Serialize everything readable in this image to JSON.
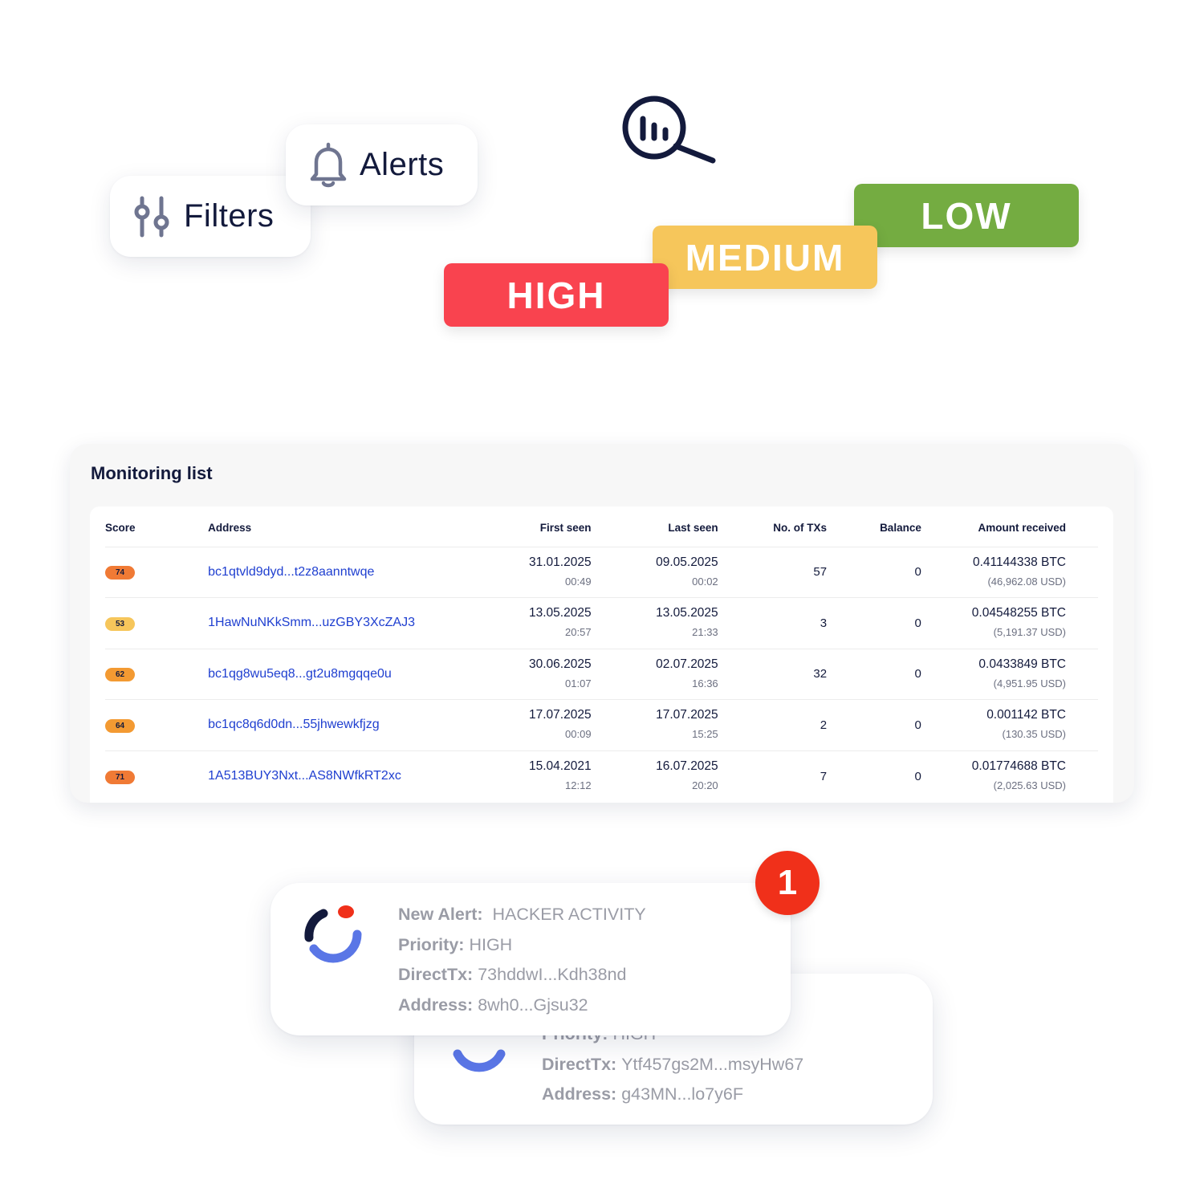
{
  "toolbar": {
    "filters_label": "Filters",
    "alerts_label": "Alerts",
    "filters_icon": "sliders-icon",
    "alerts_icon": "bell-icon",
    "analytics_icon": "analytics-search-icon"
  },
  "risk_levels": [
    {
      "label": "LOW",
      "color": "#74ac41"
    },
    {
      "label": "MEDIUM",
      "color": "#f6c65b"
    },
    {
      "label": "HIGH",
      "color": "#f9434f"
    }
  ],
  "monitoring": {
    "title": "Monitoring list",
    "columns": {
      "score": "Score",
      "address": "Address",
      "first_seen": "First seen",
      "last_seen": "Last seen",
      "txs": "No. of TXs",
      "balance": "Balance",
      "amount": "Amount received"
    },
    "rows": [
      {
        "score": "74",
        "score_color": "#f07a35",
        "address": "bc1qtvld9dyd...t2z8aanntwqe",
        "first_date": "31.01.2025",
        "first_time": "00:49",
        "last_date": "09.05.2025",
        "last_time": "00:02",
        "txs": "57",
        "balance": "0",
        "btc": "0.41144338 BTC",
        "usd": "(46,962.08 USD)"
      },
      {
        "score": "53",
        "score_color": "#f6c65b",
        "address": "1HawNuNKkSmm...uzGBY3XcZAJ3",
        "first_date": "13.05.2025",
        "first_time": "20:57",
        "last_date": "13.05.2025",
        "last_time": "21:33",
        "txs": "3",
        "balance": "0",
        "btc": "0.04548255 BTC",
        "usd": "(5,191.37 USD)"
      },
      {
        "score": "62",
        "score_color": "#f39a32",
        "address": "bc1qg8wu5eq8...gt2u8mgqqe0u",
        "first_date": "30.06.2025",
        "first_time": "01:07",
        "last_date": "02.07.2025",
        "last_time": "16:36",
        "txs": "32",
        "balance": "0",
        "btc": "0.0433849 BTC",
        "usd": "(4,951.95 USD)"
      },
      {
        "score": "64",
        "score_color": "#f39a32",
        "address": "bc1qc8q6d0dn...55jhwewkfjzg",
        "first_date": "17.07.2025",
        "first_time": "00:09",
        "last_date": "17.07.2025",
        "last_time": "15:25",
        "txs": "2",
        "balance": "0",
        "btc": "0.001142 BTC",
        "usd": "(130.35 USD)"
      },
      {
        "score": "71",
        "score_color": "#f07a35",
        "address": "1A513BUY3Nxt...AS8NWfkRT2xc",
        "first_date": "15.04.2021",
        "first_time": "12:12",
        "last_date": "16.07.2025",
        "last_time": "20:20",
        "txs": "7",
        "balance": "0",
        "btc": "0.01774688 BTC",
        "usd": "(2,025.63 USD)"
      }
    ]
  },
  "alerts": {
    "badge_count": "1",
    "front": {
      "new_alert_key": "New Alert:",
      "new_alert_value": "HACKER ACTIVITY",
      "priority_key": "Priority:",
      "priority_value": "HIGH",
      "directtx_key": "DirectTx:",
      "directtx_value": "73hddwI...Kdh38nd",
      "address_key": "Address:",
      "address_value": "8wh0...Gjsu32"
    },
    "back": {
      "priority_key": "Priority:",
      "priority_value": "HIGH",
      "directtx_key": "DirectTx:",
      "directtx_value": "Ytf457gs2M...msyHw67",
      "address_key": "Address:",
      "address_value": "g43MN...lo7y6F"
    }
  }
}
